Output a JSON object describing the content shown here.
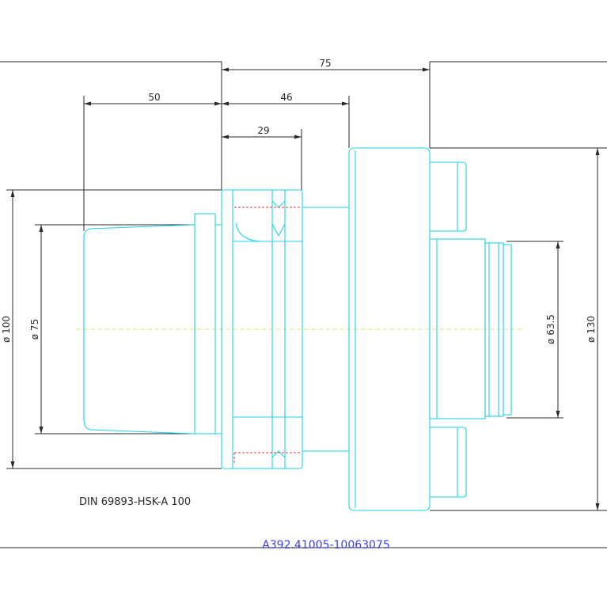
{
  "drawing": {
    "standard_label": "DIN 69893-HSK-A 100",
    "part_number": "A392.41005-10063075",
    "dimensions": {
      "overall_length": "75",
      "taper_length": "50",
      "flange_offset": "46",
      "groove_offset": "29",
      "dia_100": "ø 100",
      "dia_75": "ø 75",
      "dia_63_5": "ø 63.5",
      "dia_130": "ø 130"
    },
    "colors": {
      "part_outline": "#22d3e6",
      "center_axis": "#e8e07a",
      "hidden_lines": "#e53935",
      "dimension_lines": "#2a2a2a",
      "part_number_text": "#3d3df0"
    }
  }
}
